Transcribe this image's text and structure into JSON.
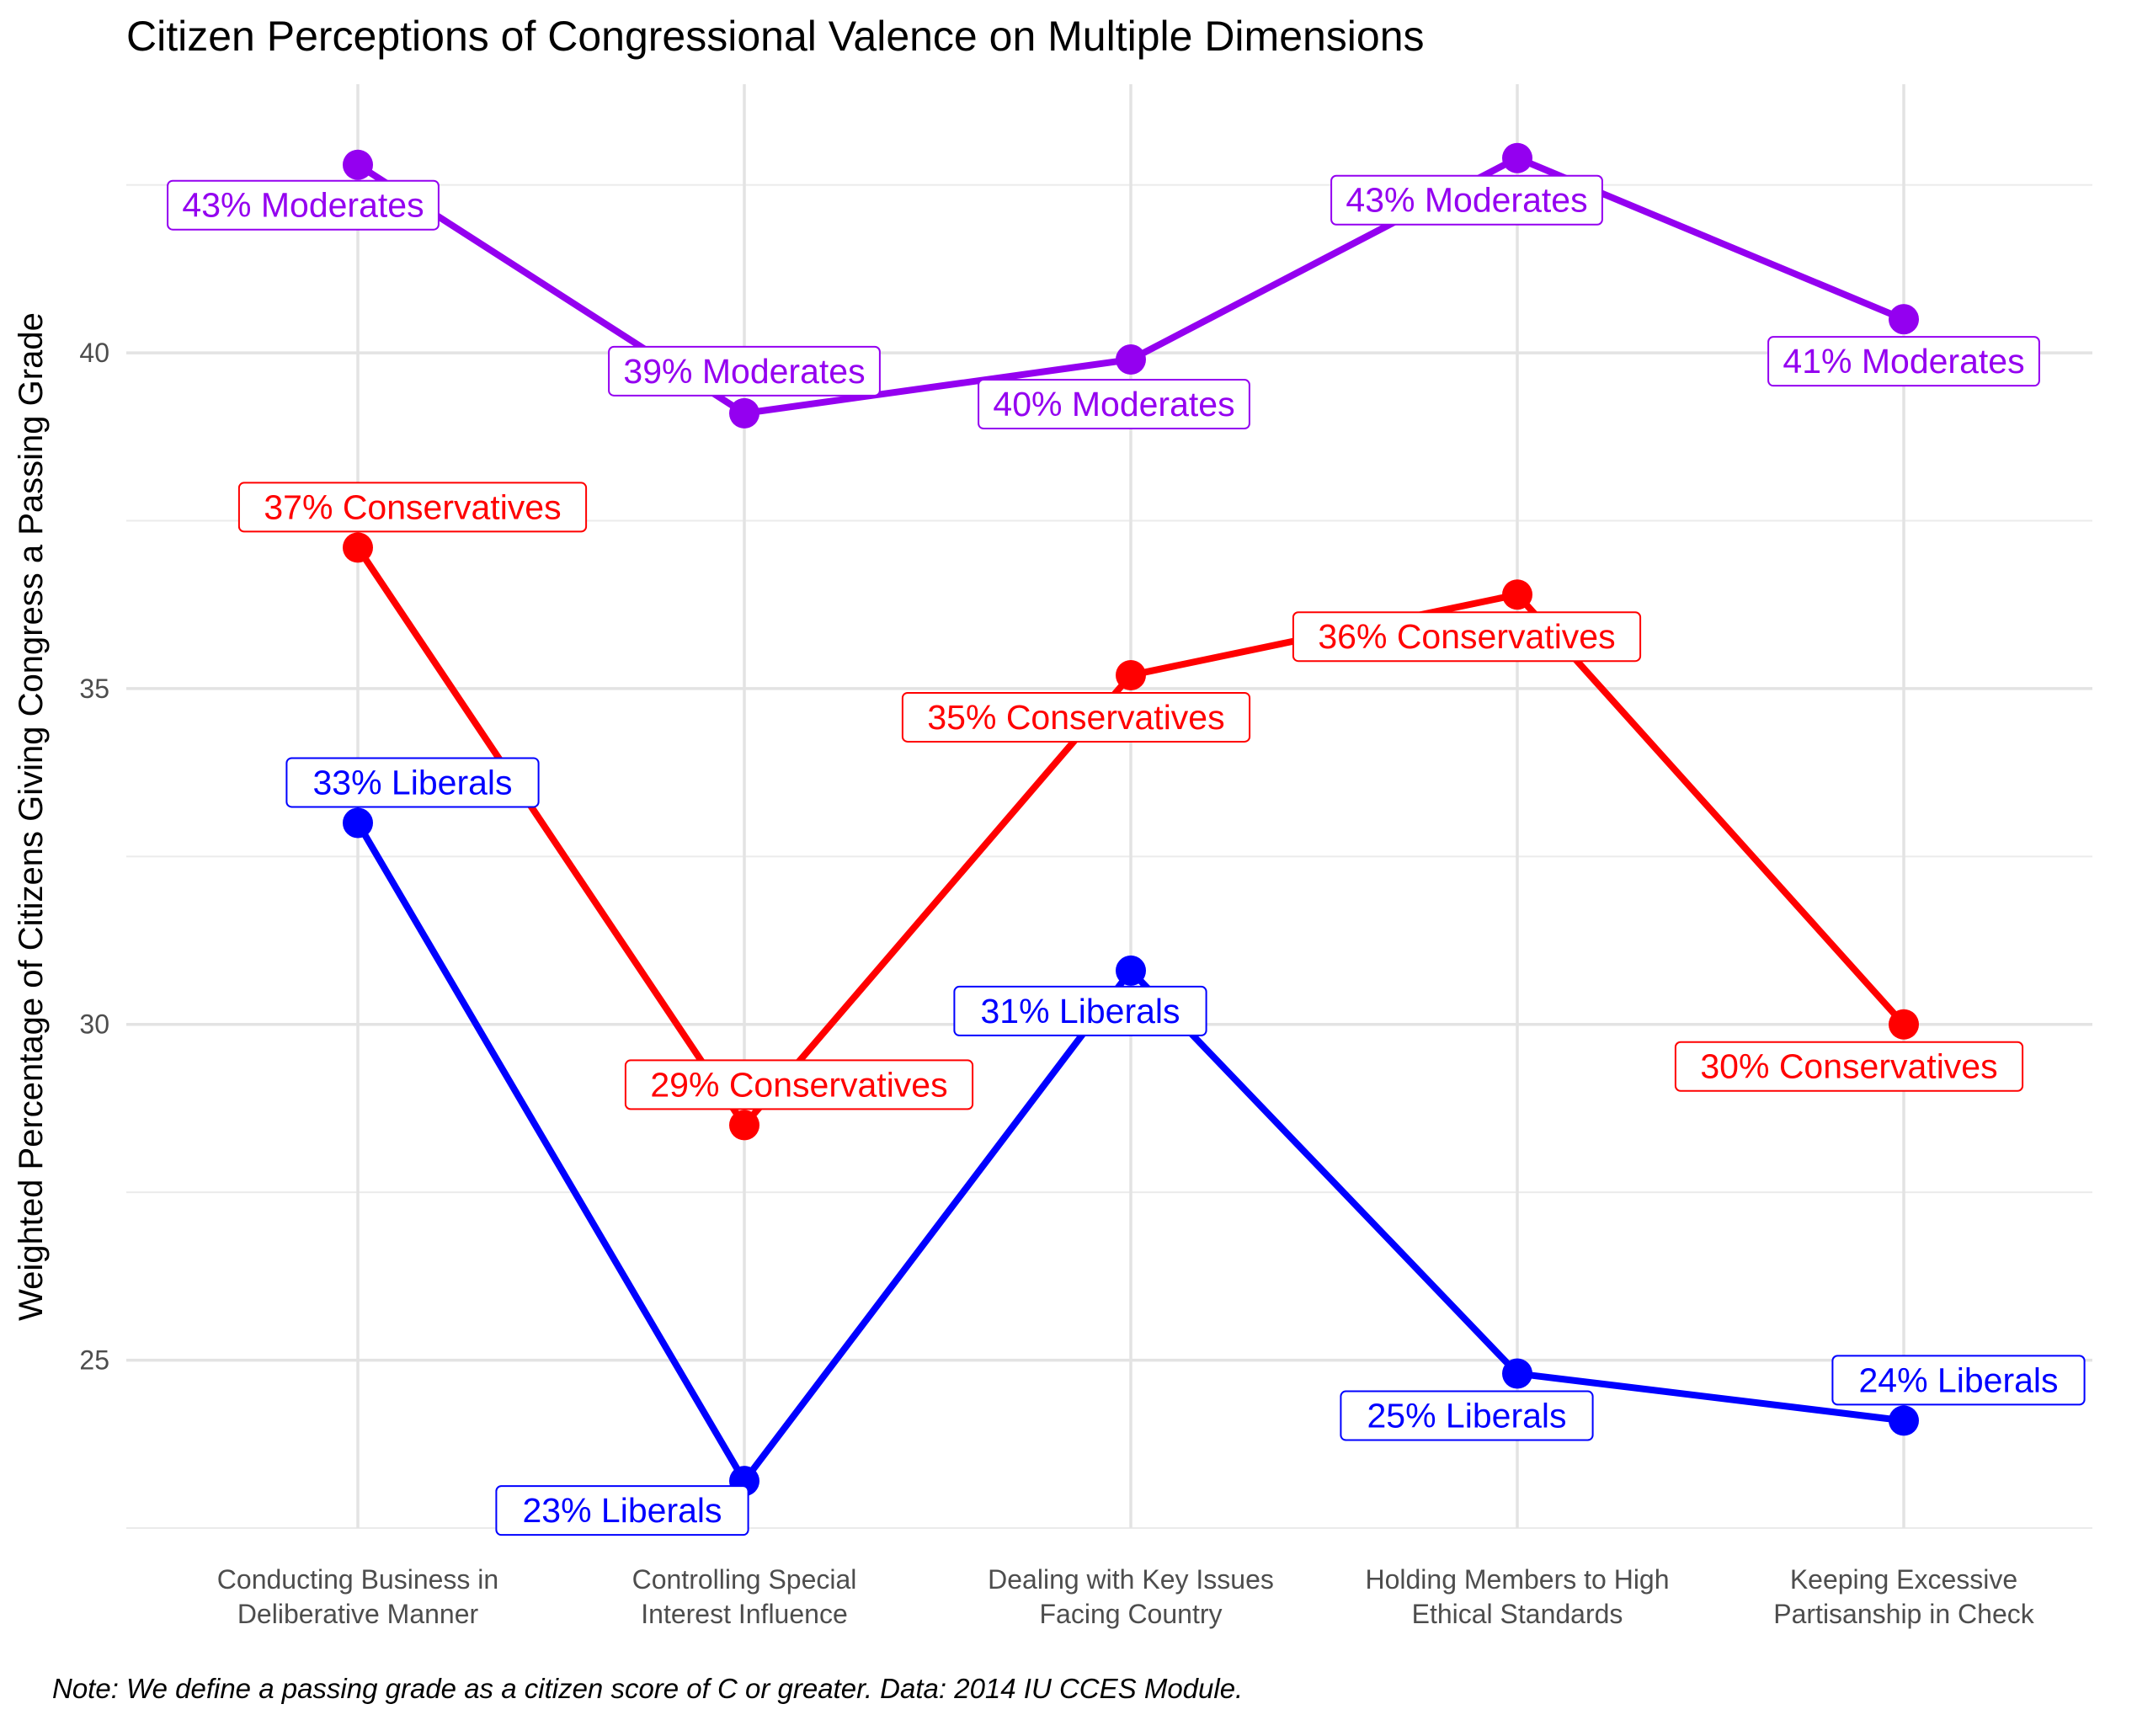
{
  "chart_data": {
    "type": "line",
    "title": "Citizen Perceptions of Congressional Valence on Multiple Dimensions",
    "xlabel": "",
    "ylabel": "Weighted Percentage of Citizens Giving Congress a Passing Grade",
    "caption": "Note: We define a passing grade as a citizen score of C or greater. Data: 2014 IU CCES Module.",
    "categories": [
      [
        "Conducting Business in",
        "Deliberative Manner"
      ],
      [
        "Controlling Special",
        "Interest Influence"
      ],
      [
        "Dealing with Key Issues",
        "Facing Country"
      ],
      [
        "Holding Members to High",
        "Ethical Standards"
      ],
      [
        "Keeping Excessive",
        "Partisanship in Check"
      ]
    ],
    "ylim": [
      22.5,
      44.0
    ],
    "yticks": [
      25,
      30,
      35,
      40
    ],
    "grid": true,
    "legend": "none",
    "series": [
      {
        "color": "#9400f0",
        "values": [
          42.8,
          39.1,
          39.9,
          42.9,
          40.5
        ],
        "labels": [
          "43% Moderates",
          "39% Moderates",
          "40% Moderates",
          "43% Moderates",
          "41% Moderates"
        ]
      },
      {
        "color": "#ff0000",
        "values": [
          37.1,
          28.5,
          35.2,
          36.4,
          30.0
        ],
        "labels": [
          "37% Conservatives",
          "29% Conservatives",
          "35% Conservatives",
          "36% Conservatives",
          "30% Conservatives"
        ]
      },
      {
        "color": "#0000ff",
        "values": [
          33.0,
          23.2,
          30.8,
          24.8,
          24.1
        ],
        "labels": [
          "33% Liberals",
          "23% Liberals",
          "31% Liberals",
          "25% Liberals",
          "24% Liberals"
        ]
      }
    ]
  }
}
